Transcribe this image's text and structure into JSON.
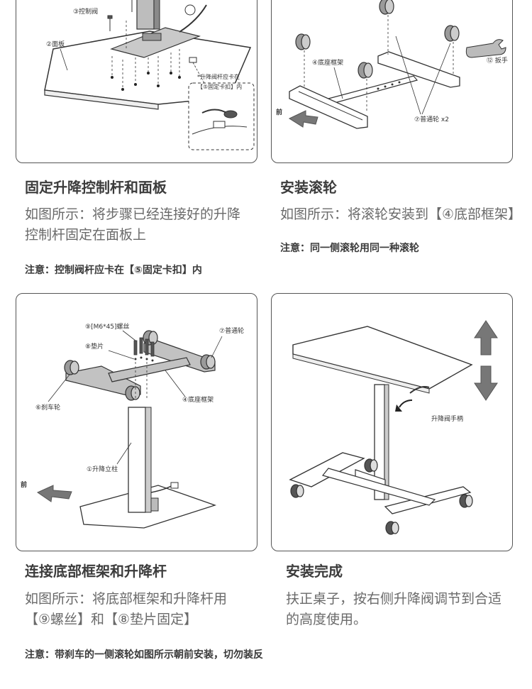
{
  "steps": [
    {
      "title": "固定升降控制杆和面板",
      "body_line1": "如图所示：将步骤已经连接好的升降",
      "body_line2": "控制杆固定在面板上",
      "note": "注意：控制阀杆应卡在【⑤固定卡扣】内",
      "labels": {
        "valve": "③控制阀",
        "panel": "②面板",
        "clip_line1": "*升降阀杆应卡在",
        "clip_line2": "【⑤固定卡扣】内"
      }
    },
    {
      "title": "安装滚轮",
      "body": "如图所示：将滚轮安装到【④底部框架】",
      "note": "注意：同一侧滚轮用同一种滚轮",
      "labels": {
        "frame": "④底座框架",
        "wheel": "⑦普通轮 x2",
        "wrench": "⑫ 扳手",
        "front": "前"
      }
    },
    {
      "title": "连接底部框架和升降杆",
      "body_line1": "如图所示：将底部框架和升降杆用",
      "body_line2": "【⑨螺丝】和【⑧垫片固定】",
      "note": "注意：带刹车的一侧滚轮如图所示朝前安装，切勿装反",
      "labels": {
        "screw": "⑨[M6*45]螺丝",
        "washer": "⑧垫片",
        "wheel": "⑦普通轮",
        "brake": "⑥刹车轮",
        "frame": "④底座框架",
        "column": "①升降立柱",
        "front": "前"
      }
    },
    {
      "title": "安装完成",
      "body_line1": "扶正桌子，按右侧升降阀调节到合适",
      "body_line2": "的高度使用。",
      "labels": {
        "handle": "升降阀手柄"
      }
    }
  ]
}
